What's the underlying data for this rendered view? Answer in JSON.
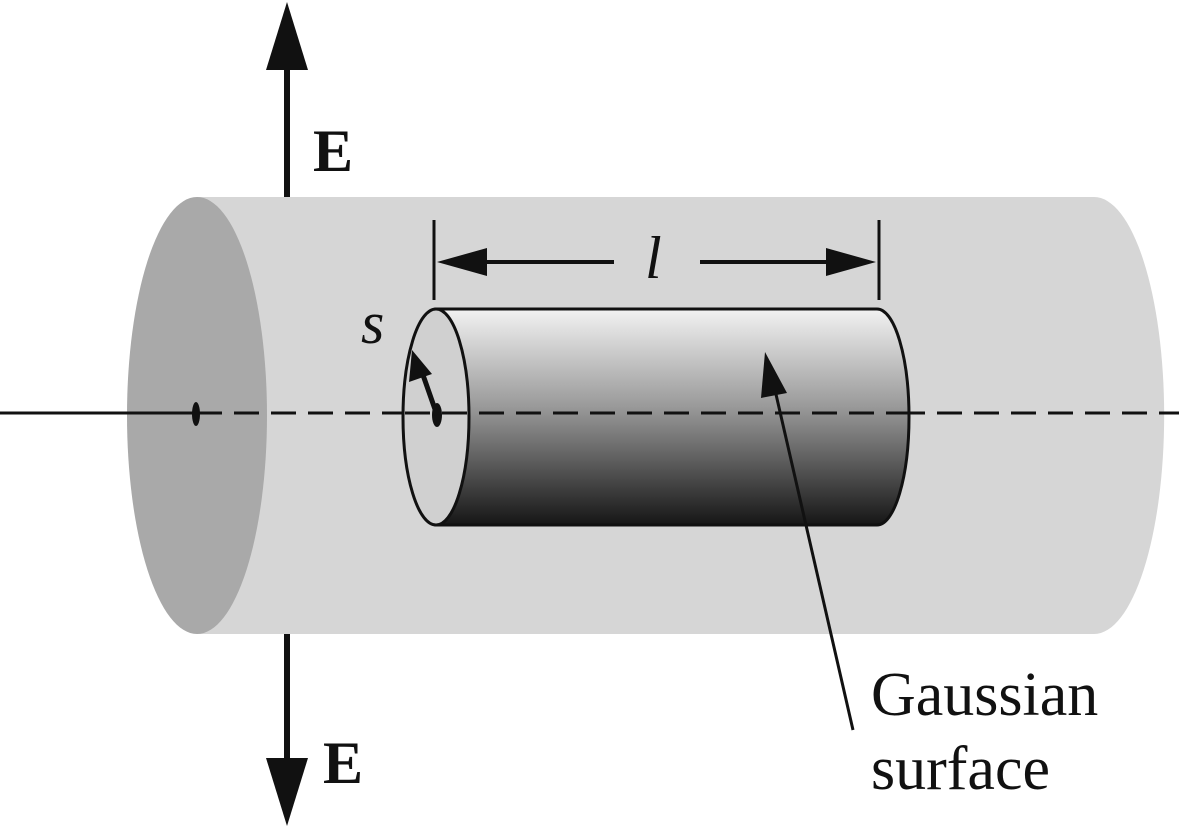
{
  "labels": {
    "field_top": "E",
    "field_bottom": "E",
    "radius": "s",
    "length": "l",
    "gaussian_line1": "Gaussian",
    "gaussian_line2": "surface"
  },
  "colors": {
    "outer_cylinder": "#d6d6d6",
    "outer_end_face": "#a9a9a9",
    "inner_cylinder_light": "#f2f2f2",
    "inner_cylinder_dark": "#161616",
    "inner_end_face": "#d0d0d0",
    "ink": "#111111"
  }
}
